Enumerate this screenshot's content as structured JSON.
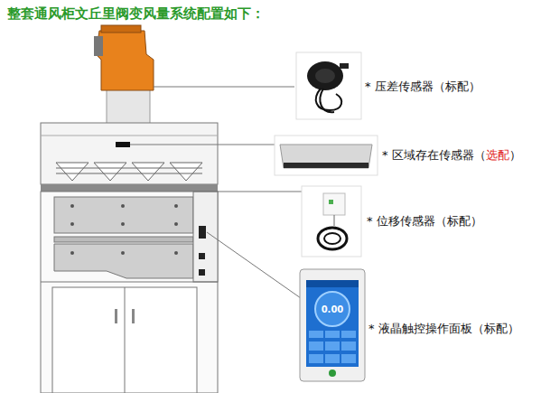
{
  "diagram": {
    "title": "整套通风柜文丘里阀变风量系统配置如下：",
    "labels": [
      "* 压差传感器（标配）",
      "* 区域存在传感器（",
      "选配",
      "）",
      "* 位移传感器（标配）",
      "* 液晶触控操作面板（标配）",
      "0.00"
    ]
  }
}
